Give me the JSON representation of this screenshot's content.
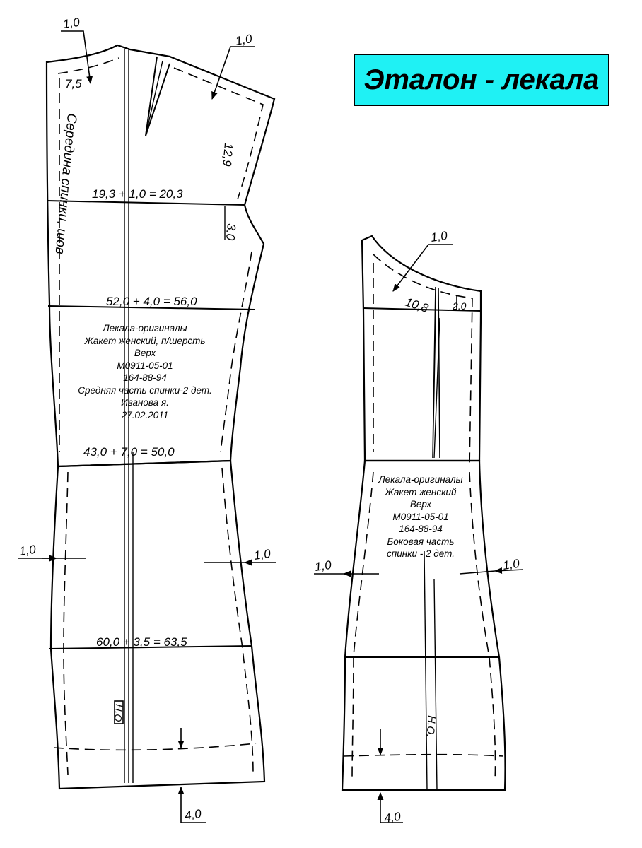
{
  "title": "Эталон - лекала",
  "colors": {
    "title_bg": "#1ff1f4",
    "line": "#000000"
  },
  "back_center": {
    "seam_label": "Середина спинки, шов",
    "neck_allowance": "1,0",
    "neck_depth": "7,5",
    "shoulder_allowance": "1,0",
    "armhole_depth": "12,9",
    "armhole_notch": "3,0",
    "formula_line1": "19,3 + 1,0 = 20,3",
    "formula_line2": "52,0 + 4,0 = 56,0",
    "formula_line3": "43,0 + 7,0 = 50,0",
    "formula_line4": "60,0 + 3,5 = 63,5",
    "side_allowance_left": "1,0",
    "side_allowance_right": "1,0",
    "grain_mark": "Н.О",
    "hem_allowance": "4,0",
    "label_lines": [
      "Лекала-оригиналы",
      "Жакет женский, п/шерсть",
      "Верх",
      "М0911-05-01",
      "164-88-94",
      "Средняя часть спинки-2 дет.",
      "Иванова я.",
      "27.02.2011"
    ]
  },
  "back_side": {
    "armhole_allowance": "1,0",
    "armhole_length": "10,8",
    "top_width": "2,0",
    "side_allowance_left": "1,0",
    "side_allowance_right": "1,0",
    "grain_mark": "Н.О.",
    "hem_allowance": "4,0",
    "label_lines": [
      "Лекала-оригиналы",
      "Жакет женский",
      "Верх",
      "М0911-05-01",
      "164-88-94",
      "Боковая часть",
      "спинки - 2 дет."
    ]
  }
}
